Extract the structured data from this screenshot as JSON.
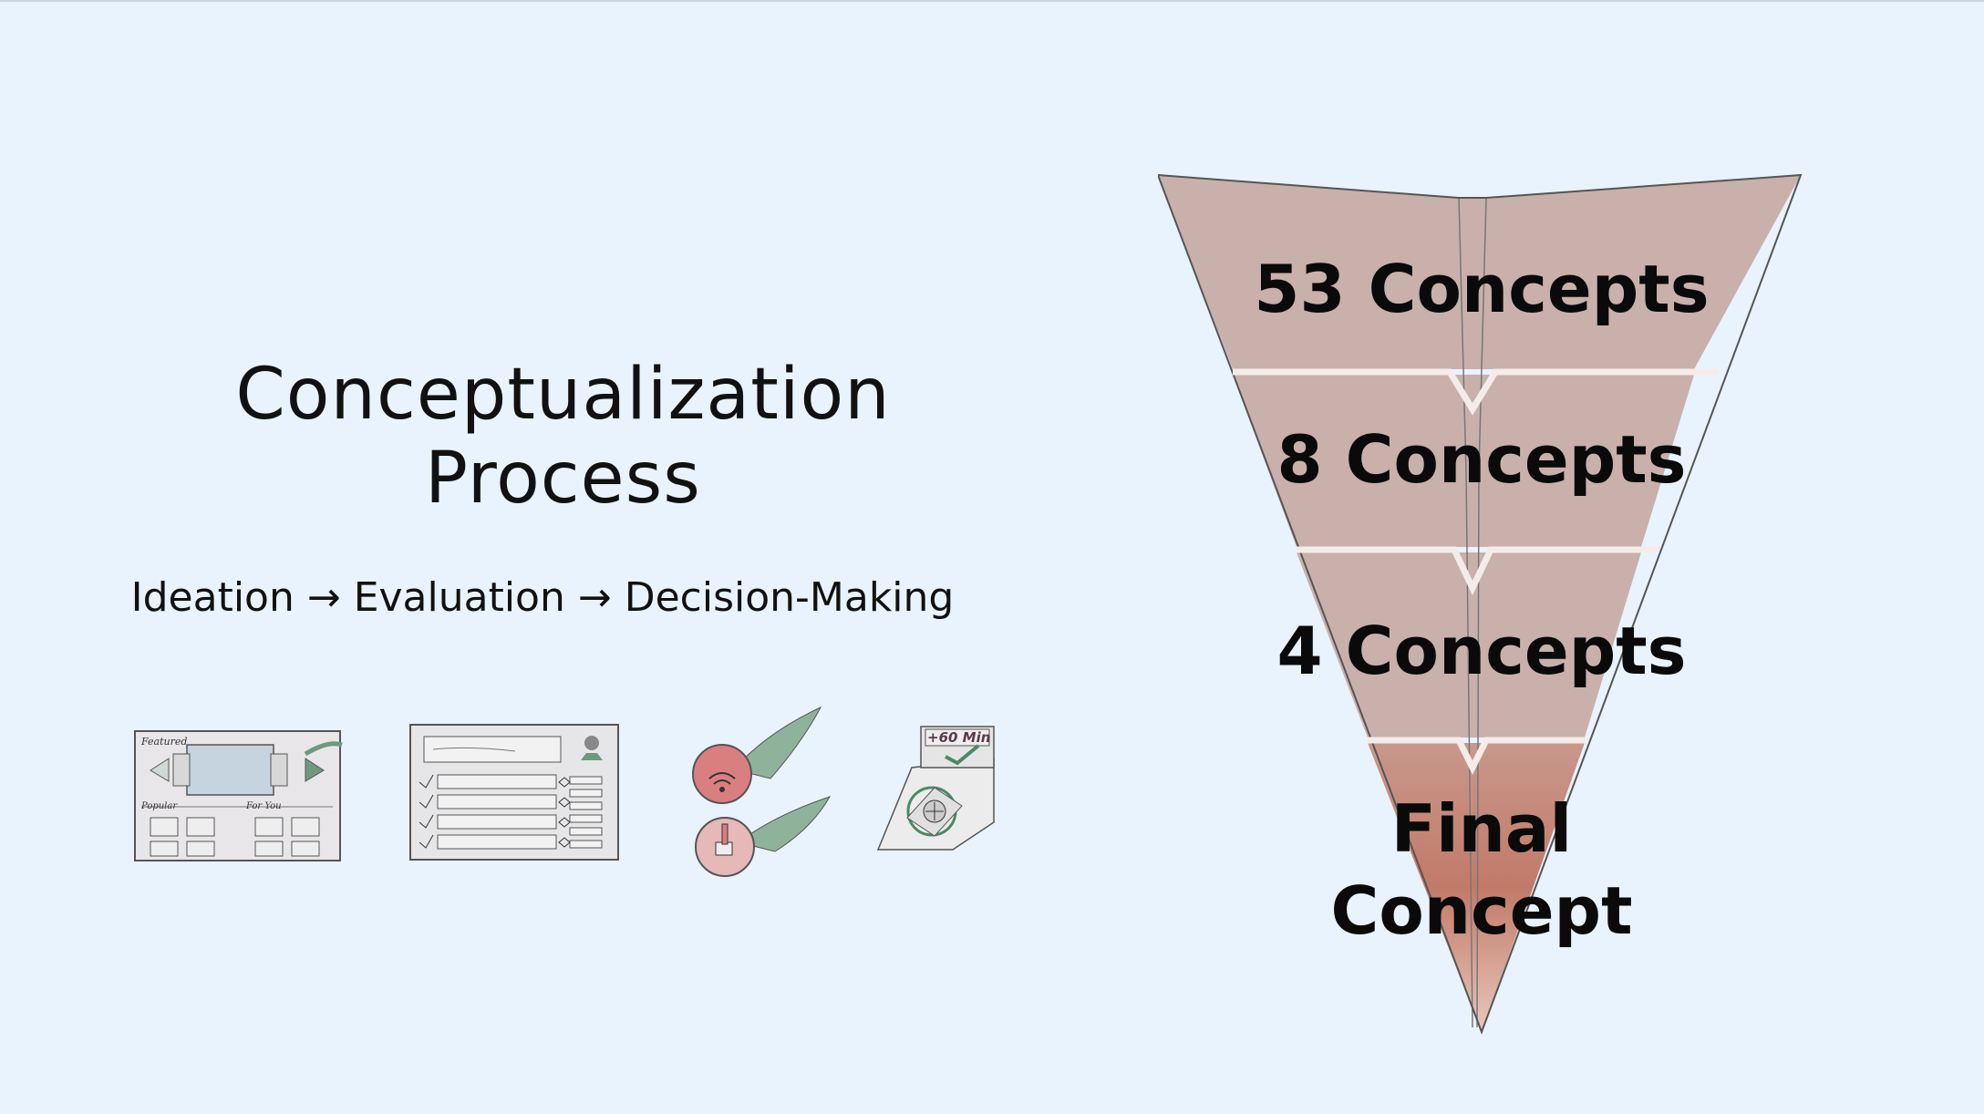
{
  "slide": {
    "title_line1": "Conceptualization",
    "title_line2": "Process",
    "subtitle": "Ideation → Evaluation → Decision-Making"
  },
  "sketches": [
    {
      "name": "sketch-carousel-layout",
      "labels": [
        "Featured",
        "Popular",
        "For You"
      ]
    },
    {
      "name": "sketch-list-layout",
      "labels": []
    },
    {
      "name": "sketch-icon-pair",
      "labels": []
    },
    {
      "name": "sketch-kiosk-device",
      "labels": [
        "+60 Min"
      ]
    }
  ],
  "funnel": {
    "stages": [
      {
        "label": "53 Concepts"
      },
      {
        "label": "8 Concepts"
      },
      {
        "label": "4 Concepts"
      },
      {
        "label": "Final Concept",
        "line1": "Final",
        "line2": "Concept"
      }
    ],
    "colors": {
      "stage": "#c9b0ab",
      "final_top": "#c8988c",
      "final_mid": "#c27a68",
      "divider": "#f4ece9"
    }
  }
}
